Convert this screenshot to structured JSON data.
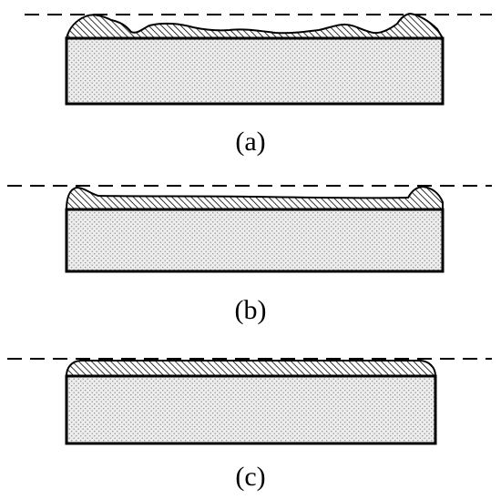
{
  "panels": [
    {
      "id": "a",
      "label": "(a)"
    },
    {
      "id": "b",
      "label": "(b)"
    },
    {
      "id": "c",
      "label": "(c)"
    }
  ],
  "colors": {
    "line": "#000000",
    "background": "#ffffff",
    "substrate_fill": "#ededed",
    "substrate_dot": "#8a8a8a",
    "film_hatch": "#000000"
  }
}
